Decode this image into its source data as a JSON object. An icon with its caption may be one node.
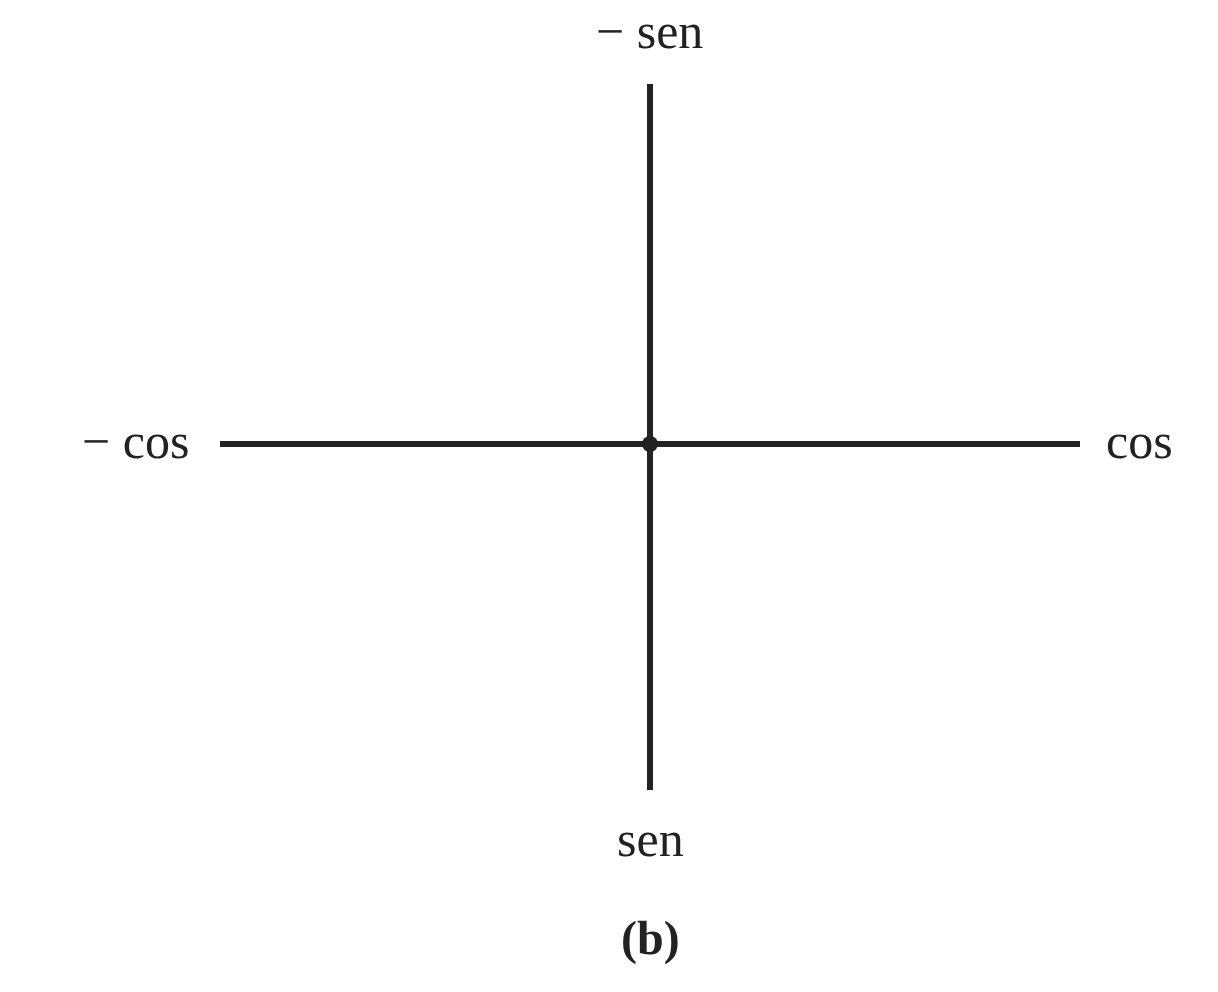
{
  "diagram": {
    "caption": "(b)",
    "labels": [
      "− sen",
      "− cos",
      "cos",
      "sen"
    ]
  }
}
